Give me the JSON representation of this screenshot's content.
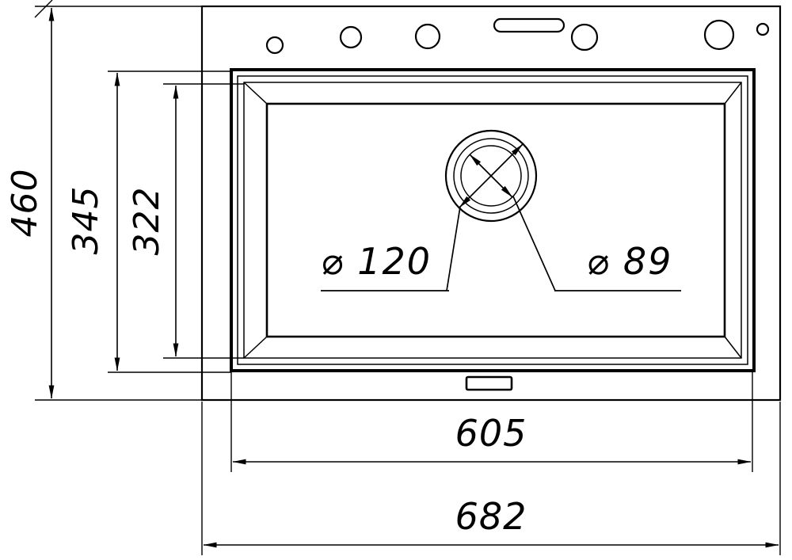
{
  "dimensions": {
    "height_overall": "460",
    "height_bowl": "345",
    "height_bowl_inner": "322",
    "width_bowl": "605",
    "width_overall": "682",
    "dia_outer": "⌀ 120",
    "dia_inner": "⌀ 89"
  }
}
